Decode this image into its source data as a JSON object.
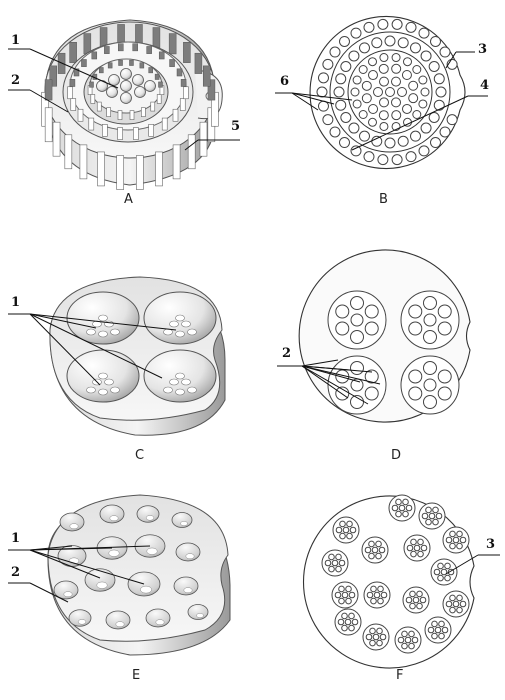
{
  "panels": {
    "A": {
      "label": "A",
      "callouts": [
        "1",
        "2",
        "5"
      ]
    },
    "B": {
      "label": "B",
      "callouts": [
        "3",
        "4",
        "6"
      ]
    },
    "C": {
      "label": "C",
      "callouts": [
        "1"
      ]
    },
    "D": {
      "label": "D",
      "callouts": [
        "2"
      ]
    },
    "E": {
      "label": "E",
      "callouts": [
        "1",
        "2"
      ]
    },
    "F": {
      "label": "F",
      "callouts": [
        "3"
      ]
    }
  },
  "colors": {
    "line": "#333333",
    "shade_light": "#f0f0f0",
    "shade_mid": "#c8c8c8",
    "shade_dark": "#8a8a8a",
    "background": "#ffffff"
  }
}
